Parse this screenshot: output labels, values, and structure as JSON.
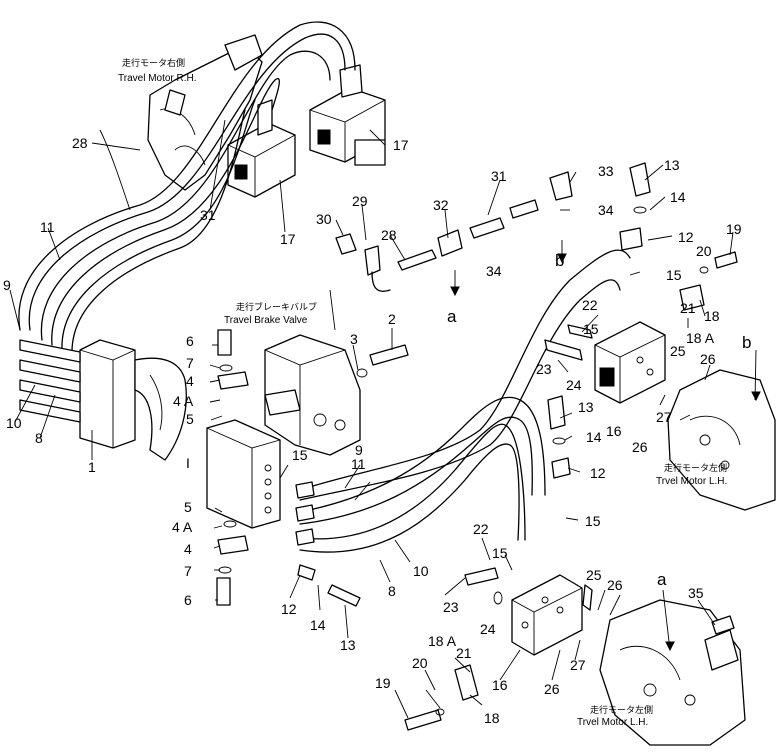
{
  "labels": {
    "travel_motor_rh_jp": "走行モータ右側",
    "travel_motor_rh_en": "Travel Motor R.H.",
    "brake_valve_jp": "走行ブレーキバルブ",
    "brake_valve_en": "Travel Brake Valve",
    "travel_motor_lh1_jp": "走行モータ左側",
    "travel_motor_lh1_en": "Trvel Motor L.H.",
    "travel_motor_lh2_jp": "走行モータ左側",
    "travel_motor_lh2_en": "Trvel Motor L.H."
  },
  "callouts": {
    "c28a": "28",
    "c11a": "11",
    "c9a": "9",
    "c10a": "10",
    "c8a": "8",
    "c1a": "1",
    "c31a": "31",
    "c17a": "17",
    "c17b": "17",
    "c30": "30",
    "c29": "29",
    "c28b": "28",
    "c32": "32",
    "c31b": "31",
    "c34a": "34",
    "c33": "33",
    "c34b": "34",
    "ca1": "a",
    "cb1": "b",
    "c13a": "13",
    "c14a": "14",
    "c12a": "12",
    "c19a": "19",
    "c20a": "20",
    "c15a": "15",
    "c18a": "18",
    "c21a": "21",
    "c18Aa": "18 A",
    "cb2": "b",
    "c22a": "22",
    "c15b": "15",
    "c25a": "25",
    "c26a": "26",
    "c23a": "23",
    "c24a": "24",
    "c16a": "16",
    "c27a": "27",
    "c26b": "26",
    "c13b": "13",
    "c14b": "14",
    "c12b": "12",
    "c15c": "15",
    "c6a": "6",
    "c7a": "7",
    "c4a": "4",
    "c4Aa": "4 A",
    "c5a": "5",
    "cI": "I",
    "c2": "2",
    "c3": "3",
    "c15d": "15",
    "c9b": "9",
    "c11b": "11",
    "c5b": "5",
    "c4Ab": "4 A",
    "c4b": "4",
    "c7b": "7",
    "c6b": "6",
    "c12c": "12",
    "c14c": "14",
    "c13c": "13",
    "c10b": "10",
    "c8b": "8",
    "c22b": "22",
    "c15e": "15",
    "c25b": "25",
    "c26c": "26",
    "c23b": "23",
    "c24b": "24",
    "c21b": "21",
    "c18Ab": "18 A",
    "c27b": "27",
    "c20b": "20",
    "c19b": "19",
    "c16b": "16",
    "c18b": "18",
    "c26d": "26",
    "ca2": "a",
    "c35": "35"
  }
}
